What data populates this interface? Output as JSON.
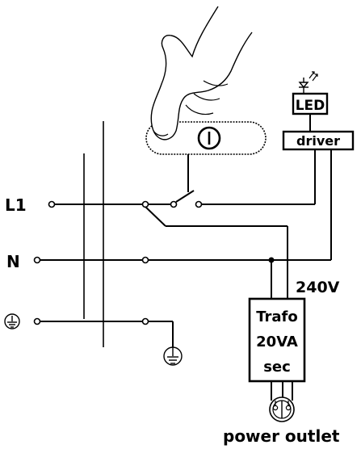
{
  "labels": {
    "l1": "L1",
    "n": "N",
    "led": "LED",
    "driver": "driver",
    "voltage": "240V",
    "trafo_line1": "Trafo",
    "trafo_line2": "20VA",
    "trafo_line3": "sec",
    "power_outlet": "power outlet",
    "switch_symbol": "I"
  },
  "icons": {
    "hand": "hand-icon",
    "earth": "earth-ground-icon",
    "led": "led-diode-icon",
    "outlet": "power-outlet-icon"
  }
}
